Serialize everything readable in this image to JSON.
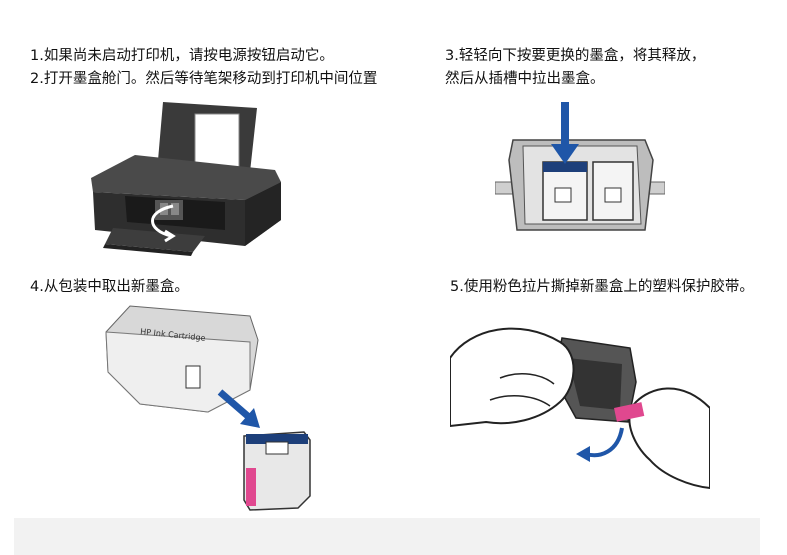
{
  "steps": [
    {
      "lines": [
        "1.如果尚未启动打印机，请按电源按钮启动它。",
        "2.打开墨盒舱门。然后等待笔架移动到打印机中间位置"
      ]
    },
    {
      "lines": [
        "3.轻轻向下按要更换的墨盒，将其释放，",
        "然后从插槽中拉出墨盒。"
      ]
    },
    {
      "lines": [
        "4.从包装中取出新墨盒。"
      ]
    },
    {
      "lines": [
        "5.使用粉色拉片撕掉新墨盒上的塑料保护胶带。"
      ]
    }
  ],
  "package_label": "HP Ink Cartridge",
  "colors": {
    "arrow": "#1f56a8",
    "pink_tab": "#e0488f",
    "printer_body": "#2e2e2e"
  }
}
